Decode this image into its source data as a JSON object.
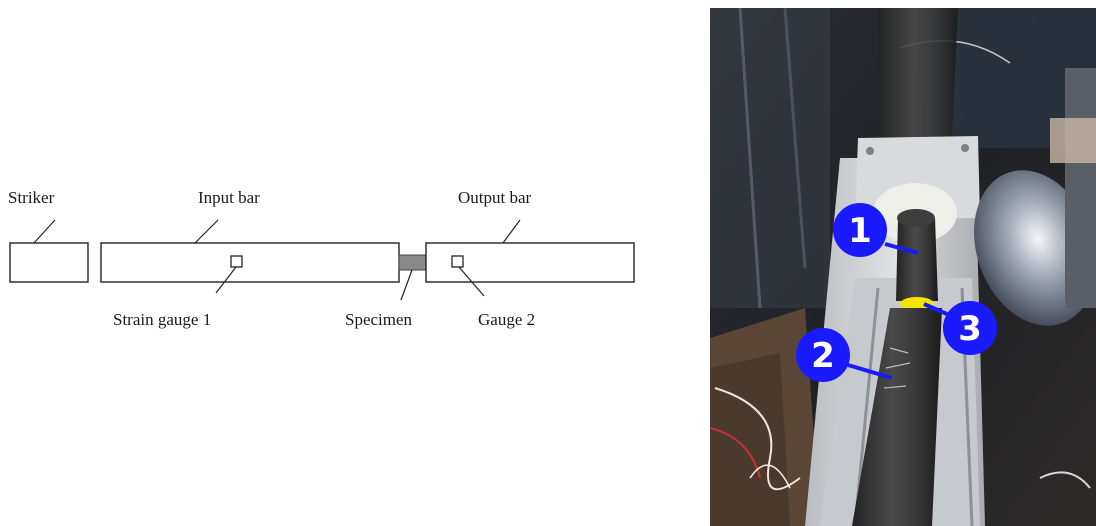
{
  "diagram": {
    "labels": {
      "striker": "Striker",
      "input_bar": "Input bar",
      "output_bar": "Output bar",
      "strain_gauge_1": "Strain gauge 1",
      "specimen": "Specimen",
      "gauge_2": "Gauge 2"
    }
  },
  "photo": {
    "markers": [
      "1",
      "2",
      "3"
    ],
    "marker_color": "#1a1aff",
    "gauge_color": "#f2e600"
  }
}
